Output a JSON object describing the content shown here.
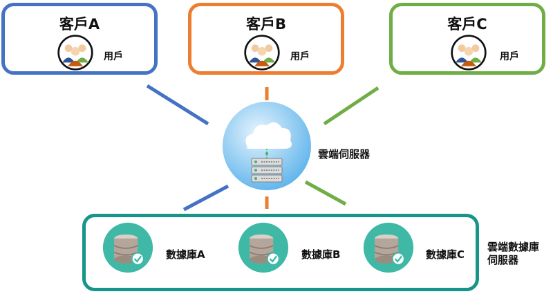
{
  "clients": [
    {
      "title": "客戶A",
      "user_label": "用戶",
      "color": "#4472c4"
    },
    {
      "title": "客戶B",
      "user_label": "用戶",
      "color": "#ed7d31"
    },
    {
      "title": "客戶C",
      "user_label": "用戶",
      "color": "#70ad47"
    }
  ],
  "cloud_server": {
    "label": "雲端伺服器",
    "icon": "cloud-server-icon"
  },
  "db_server": {
    "label_line1": "雲端數據庫",
    "label_line2": "伺服器",
    "color": "#17958a",
    "databases": [
      {
        "label": "數據庫A"
      },
      {
        "label": "數據庫B"
      },
      {
        "label": "數據庫C"
      }
    ]
  }
}
